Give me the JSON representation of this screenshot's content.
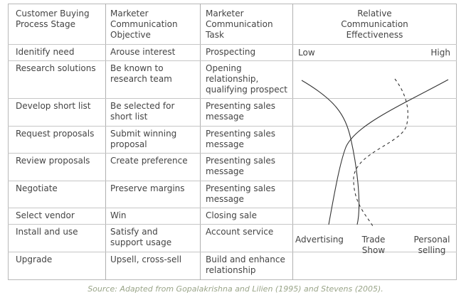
{
  "table": {
    "headers": [
      "Customer Buying\nProcess Stage",
      "Marketer\nCommunication\nObjective",
      "Marketer\nCommunication\nTask",
      "Relative\nCommunication\nEffectiveness"
    ],
    "rows": [
      {
        "stage": "Idenitify need",
        "objective": "Arouse interest",
        "task": "Prospecting"
      },
      {
        "stage": "Research solutions",
        "objective": "Be known to\nresearch team",
        "task": "Opening\nrelationship,\nqualifying prospect"
      },
      {
        "stage": "Develop short list",
        "objective": "Be selected for\nshort list",
        "task": "Presenting sales\nmessage"
      },
      {
        "stage": "Request proposals",
        "objective": "Submit winning\nproposal",
        "task": "Presenting sales\nmessage"
      },
      {
        "stage": "Review proposals",
        "objective": "Create preference",
        "task": "Presenting sales\nmessage"
      },
      {
        "stage": "Negotiate",
        "objective": "Preserve margins",
        "task": "Presenting sales\nmessage"
      },
      {
        "stage": "Select vendor",
        "objective": "Win",
        "task": "Closing sale"
      },
      {
        "stage": "Install and use",
        "objective": "Satisfy and\nsupport usage",
        "task": "Account service"
      },
      {
        "stage": "Upgrade",
        "objective": "Upsell, cross-sell",
        "task": "Build and enhance\nrelationship"
      }
    ]
  },
  "effectiveness": {
    "scale_low": "Low",
    "scale_high": "High",
    "curves": [
      {
        "label": "Advertising"
      },
      {
        "label": "Trade\nShow"
      },
      {
        "label": "Personal\nselling"
      }
    ]
  },
  "source": "Source: Adapted from Gopalakrishna and Lilien (1995) and Stevens (2005).",
  "colors": {
    "text": "#444444",
    "border": "#b8b8b8",
    "source_text": "#9aa589"
  }
}
